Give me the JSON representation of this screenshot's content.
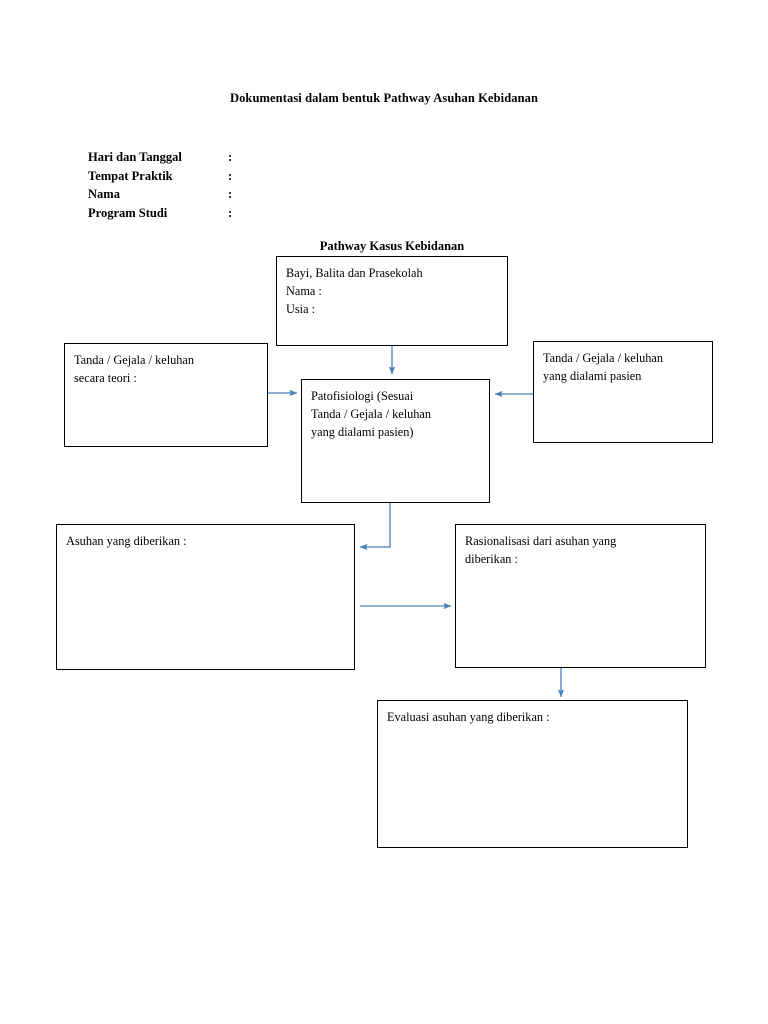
{
  "document": {
    "title": "Dokumentasi dalam bentuk Pathway Asuhan Kebidanan",
    "subtitle": "Pathway Kasus Kebidanan"
  },
  "header_fields": [
    {
      "label": "Hari dan Tanggal",
      "colon": ":",
      "value": ""
    },
    {
      "label": "Tempat Praktik",
      "colon": ":",
      "value": ""
    },
    {
      "label": "Nama",
      "colon": ":",
      "value": ""
    },
    {
      "label": "Program Studi",
      "colon": ":",
      "value": ""
    }
  ],
  "diagram": {
    "boxes": {
      "top": "Bayi, Balita dan Prasekolah\nNama  :\nUsia    :",
      "left": "Tanda / Gejala / keluhan\nsecara teori :",
      "right": "Tanda / Gejala / keluhan\nyang dialami pasien",
      "center": "Patofisiologi (Sesuai\nTanda / Gejala / keluhan\nyang dialami pasien)",
      "asuhan": "Asuhan yang diberikan :",
      "rasionalisasi": "Rasionalisasi dari asuhan yang\ndiberikan :",
      "evaluasi": "Evaluasi asuhan yang diberikan :"
    }
  },
  "colors": {
    "arrow": "#4A7EBB",
    "box_border": "#000000",
    "text": "#000000",
    "page_background": "#FFFFFF"
  }
}
